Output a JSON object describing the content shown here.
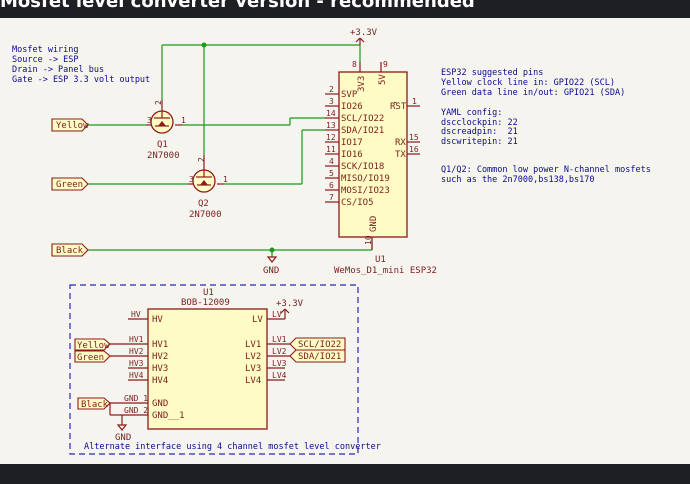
{
  "page_title": "Mosfet level converter version - recommended",
  "notes": {
    "wiring": [
      "Mosfet wiring",
      "Source -> ESP",
      "Drain -> Panel bus",
      "Gate -> ESP 3.3 volt output"
    ],
    "esp32": [
      "ESP32 suggested pins",
      "Yellow clock line in: GPIO22 (SCL)",
      "Green data line in/out: GPIO21 (SDA)"
    ],
    "yaml": [
      "YAML config:",
      "dscclockpin: 22",
      "dscreadpin:  21",
      "dscwritepin: 21"
    ],
    "mosfets": [
      "Q1/Q2: Common low power N-channel mosfets",
      "such as the 2n7000,bs138,bs170"
    ]
  },
  "power": {
    "v33": "+3.3V",
    "gnd": "GND"
  },
  "labels": {
    "yellow": "Yellow",
    "green": "Green",
    "black": "Black",
    "scl": "SCL/IO22",
    "sda": "SDA/IO21"
  },
  "q1": {
    "ref": "Q1",
    "value": "2N7000",
    "pin_s": "3",
    "pin_d": "2",
    "pin_g": "1"
  },
  "q2": {
    "ref": "Q2",
    "value": "2N7000",
    "pin_s": "3",
    "pin_d": "2",
    "pin_g": "1"
  },
  "esp": {
    "ref": "U1",
    "value": "WeMos_D1_mini ESP32",
    "top_pins": [
      {
        "num": "8",
        "name": "3V3"
      },
      {
        "num": "9",
        "name": "5V"
      }
    ],
    "left_pins": [
      {
        "num": "2",
        "name": "SVP"
      },
      {
        "num": "3",
        "name": "IO26"
      },
      {
        "num": "14",
        "name": "SCL/IO22"
      },
      {
        "num": "13",
        "name": "SDA/IO21"
      },
      {
        "num": "12",
        "name": "IO17"
      },
      {
        "num": "11",
        "name": "IO16"
      },
      {
        "num": "4",
        "name": "SCK/IO18"
      },
      {
        "num": "5",
        "name": "MISO/IO19"
      },
      {
        "num": "6",
        "name": "MOSI/IO23"
      },
      {
        "num": "7",
        "name": "CS/IO5"
      }
    ],
    "right_pins": [
      {
        "num": "1",
        "name": "RST"
      },
      {
        "num": "15",
        "name": "RX"
      },
      {
        "num": "16",
        "name": "TX"
      }
    ],
    "bottom_pin": {
      "num": "10",
      "name": "GND"
    }
  },
  "bob": {
    "ref": "U1",
    "value": "BOB-12009",
    "left_pins": [
      {
        "num": "HV",
        "name": "HV"
      },
      {
        "num": "HV1",
        "name": "HV1"
      },
      {
        "num": "HV2",
        "name": "HV2"
      },
      {
        "num": "HV3",
        "name": "HV3"
      },
      {
        "num": "HV4",
        "name": "HV4"
      },
      {
        "num": "GND_1",
        "name": "GND"
      },
      {
        "num": "GND_2",
        "name": "GND__1"
      }
    ],
    "right_pins": [
      {
        "num": "LV",
        "name": "LV"
      },
      {
        "num": "LV1",
        "name": "LV1"
      },
      {
        "num": "LV2",
        "name": "LV2"
      },
      {
        "num": "LV3",
        "name": "LV3"
      },
      {
        "num": "LV4",
        "name": "LV4"
      }
    ],
    "caption": "Alternate interface using 4 channel mosfet level converter"
  }
}
